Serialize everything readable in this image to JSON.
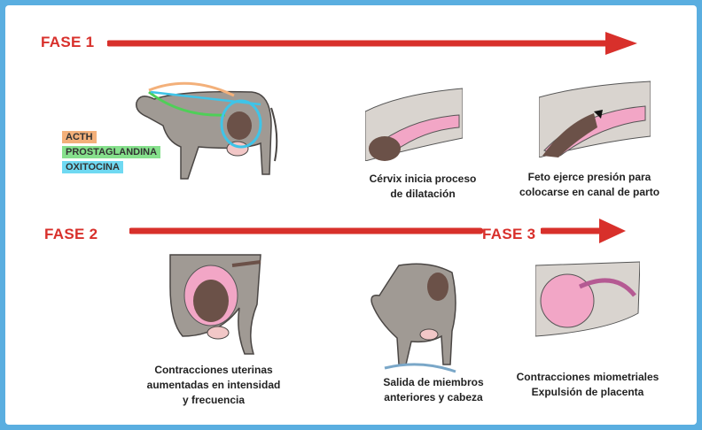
{
  "phases": {
    "fase1": "FASE 1",
    "fase2": "FASE 2",
    "fase3": "FASE 3"
  },
  "legend": [
    {
      "label": "ACTH",
      "color": "#f3b07a"
    },
    {
      "label": "PROSTAGLANDINA",
      "color": "#86e08c"
    },
    {
      "label": "OXITOCINA",
      "color": "#6fd9f2"
    }
  ],
  "captions": {
    "cervix": "Cérvix inicia proceso\nde dilatación",
    "feto": "Feto ejerce presión para\ncolocarse en canal de parto",
    "contracciones_uterinas": "Contracciones uterinas\naumentadas en intensidad\ny frecuencia",
    "salida": "Salida de miembros\nanteriores y cabeza",
    "miometriales": "Contracciones miometriales\nExpulsión de placenta"
  },
  "colors": {
    "accent_red": "#d8302b",
    "frame_blue": "#5aaee0",
    "cow_gray": "#a09a94",
    "uterus_pink": "#f2a6c6",
    "fetus_brown": "#6b5148"
  }
}
